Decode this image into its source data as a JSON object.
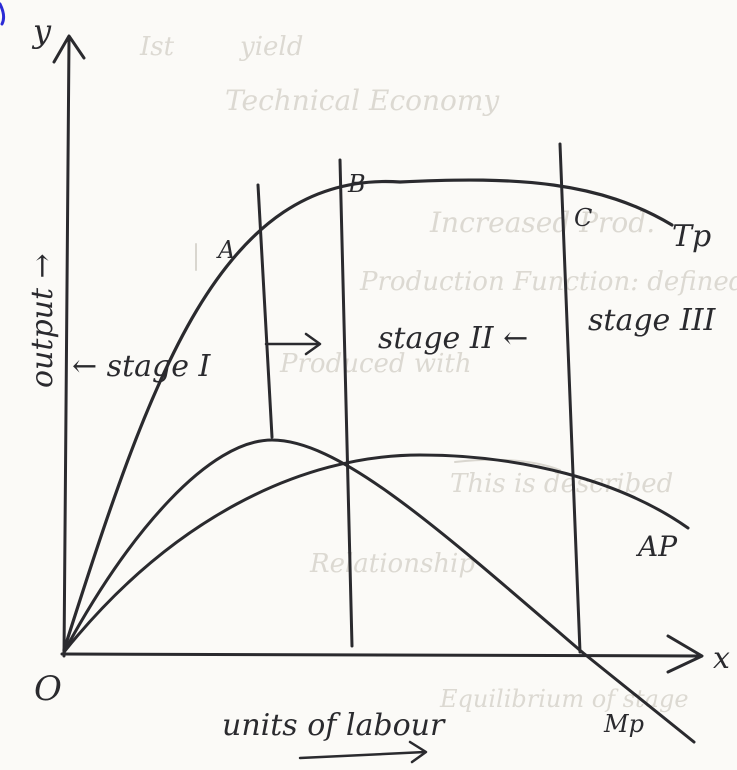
{
  "diagram": {
    "axes": {
      "y_label": "y",
      "x_label": "x",
      "origin_label": "O",
      "y_title": "output →",
      "x_title": "units of labour"
    },
    "curves": {
      "tp": "Tp",
      "ap": "AP",
      "mp": "Mp"
    },
    "points": {
      "a": "A",
      "b": "B",
      "c": "C"
    },
    "stages": {
      "stage_1": "← stage I",
      "stage_2": "stage II ←",
      "stage_3": "stage III"
    }
  },
  "background_bleed": [
    "Ist",
    "yield",
    "Technical Economy",
    "Increased Prod.",
    "Production Function: defined",
    "Produced with",
    "This is described",
    "Relationship",
    "Equilibrium of stage"
  ],
  "colors": {
    "ink": "#2a2a2e",
    "paper": "#fbfaf7",
    "bleed": "#dcd9d2",
    "corner": "#2b2bd6"
  }
}
